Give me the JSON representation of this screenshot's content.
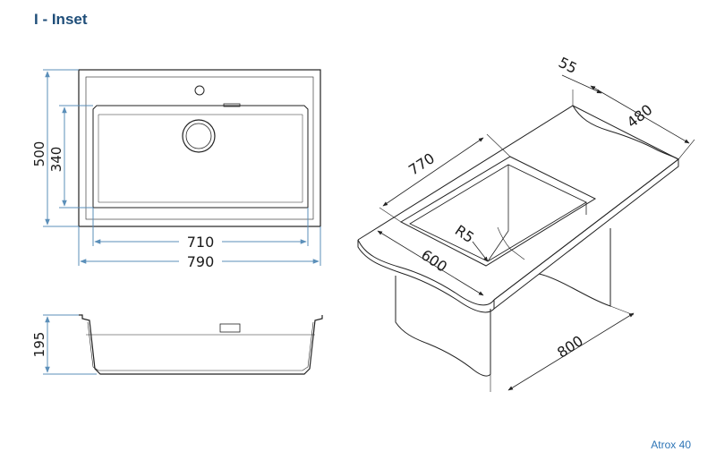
{
  "header": {
    "title": "I - Inset"
  },
  "footer": {
    "model": "Atrox 40"
  },
  "colors": {
    "title": "#1f4e79",
    "model": "#2e75b6",
    "dimension_line": "#5b8fb9"
  },
  "top_view": {
    "overall_height": "500",
    "bowl_height": "340",
    "bowl_width": "710",
    "overall_width": "790"
  },
  "side_view": {
    "depth": "195"
  },
  "iso_view": {
    "rim_width": "55",
    "cabinet_front": "480",
    "bowl_length": "770",
    "corner_radius": "R5",
    "bowl_width": "600",
    "cabinet_width": "800"
  }
}
